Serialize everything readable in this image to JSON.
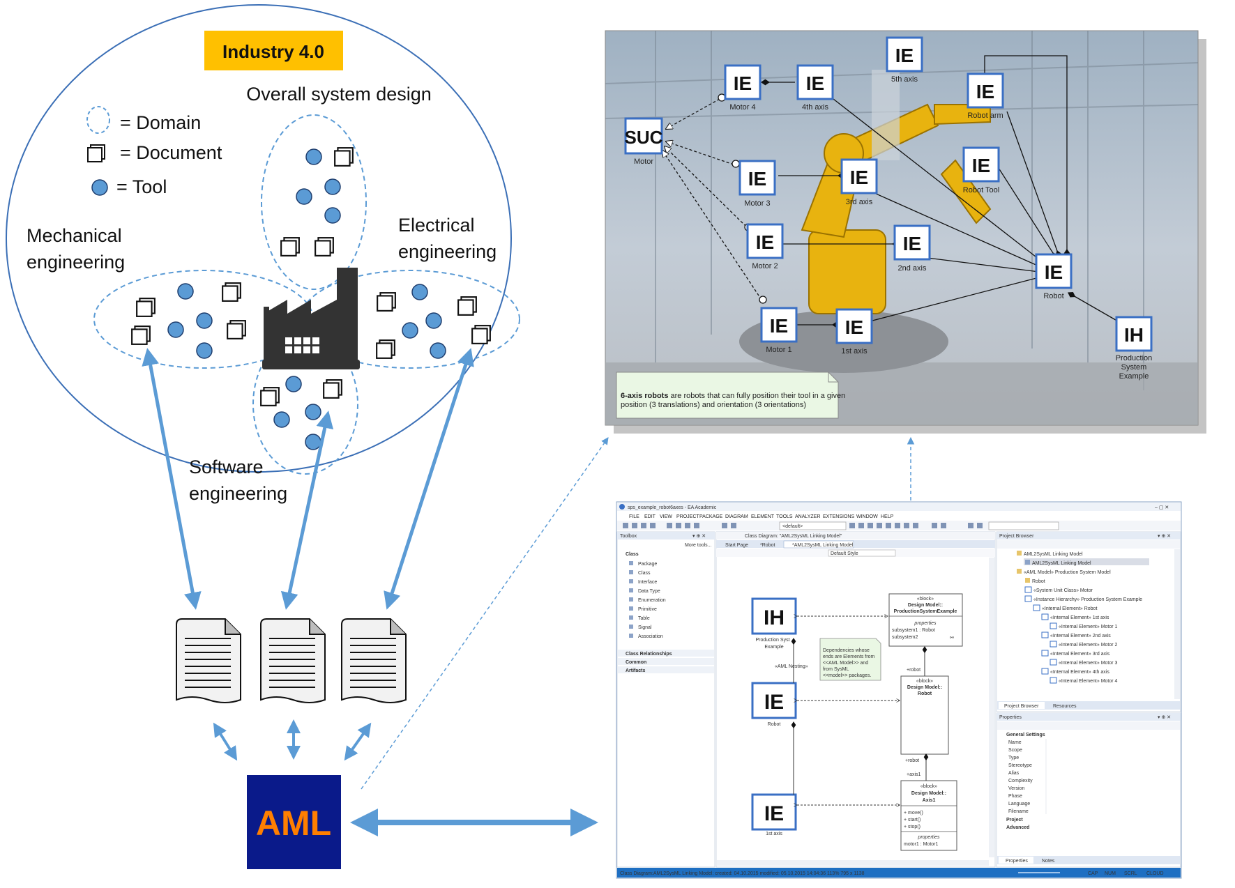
{
  "industry_label": "Industry 4.0",
  "overall_design": "Overall system design",
  "legend": {
    "domain": "= Domain",
    "document": "= Document",
    "tool": "= Tool"
  },
  "domains": {
    "mechanical_1": "Mechanical",
    "mechanical_2": "engineering",
    "electrical_1": "Electrical",
    "electrical_2": "engineering",
    "software_1": "Software",
    "software_2": "engineering"
  },
  "aml_label": "AML",
  "robot_diagram": {
    "nodes": {
      "suc": "SUC",
      "suc_name": "Motor",
      "ie": "IE",
      "ih": "IH",
      "motor4": "Motor 4",
      "axis4": "4th axis",
      "axis5": "5th axis",
      "robot_arm": "Robot arm",
      "motor3": "Motor 3",
      "axis3": "3rd axis",
      "robot_tool": "Robot Tool",
      "motor2": "Motor 2",
      "axis2": "2nd axis",
      "robot": "Robot",
      "motor1": "Motor 1",
      "axis1": "1st axis",
      "ih_1": "Production",
      "ih_2": "System",
      "ih_3": "Example"
    },
    "note_bold": "6-axis robots",
    "note_rest": " are robots that can fully position their tool in a given",
    "note_line2": "position (3 translations) and orientation (3 orientations)"
  },
  "ea": {
    "title": "sps_example_robot6axes - EA Academic",
    "menu": [
      "FILE",
      "EDIT",
      "VIEW",
      "PROJECT",
      "PACKAGE",
      "DIAGRAM",
      "ELEMENT",
      "TOOLS",
      "ANALYZER",
      "EXTENSIONS",
      "WINDOW",
      "HELP"
    ],
    "default_combo": "<default>",
    "toolbox_title": "Toolbox",
    "more_tools": "More tools...",
    "class_group": "Class",
    "toolbox_items": [
      "Package",
      "Class",
      "Interface",
      "Data Type",
      "Enumeration",
      "Primitive",
      "Table",
      "Signal",
      "Association"
    ],
    "toolbox_groups": [
      "Class Relationships",
      "Common",
      "Artifacts"
    ],
    "diagram_caption": "Class Diagram: \"AML2SysML Linking Model\"",
    "tabs": [
      "Start Page",
      "*Robot",
      "*AML2SysML Linking Model"
    ],
    "default_style": "Default Style",
    "canvas": {
      "ih": "IH",
      "ie": "IE",
      "ih_label_1": "Production Syst",
      "ih_label_2": "Example",
      "robot_label": "Robot",
      "axis_label": "1st axis",
      "nesting": "«AML Nesting»",
      "block1_st": "«block»",
      "block1_n1": "Design Model::",
      "block1_n2": "ProductionSystemExample",
      "props": "properties",
      "prop1": "subsystem1 : Robot",
      "prop2": "subsystem2",
      "note_lines": [
        "Dependencies whose",
        "ends are Elements from",
        "<<AML Model>> and",
        "from SysML",
        "<<model>> packages."
      ],
      "robot_role": "+robot",
      "block2_n1": "Design Model::",
      "block2_n2": "Robot",
      "robot_role2": "+robot",
      "axis_role": "+axis1",
      "block3_n1": "Design Model::",
      "block3_n2": "Axis1",
      "ops": [
        "+   move()",
        "+   start()",
        "+   stop()"
      ],
      "props3": "properties",
      "prop3": "motor1 : Motor1"
    },
    "browser_title": "Project Browser",
    "browser_items": [
      "AML2SysML Linking Model",
      "AML2SysML Linking Model",
      "«AML Model» Production System Model",
      "Robot",
      "«System Unit Class» Motor",
      "«Instance Hierarchy» Production System Example",
      "«Internal Element» Robot",
      "«Internal Element» 1st axis",
      "«Internal Element» Motor 1",
      "«Internal Element» 2nd axis",
      "«Internal Element» Motor 2",
      "«Internal Element» 3rd axis",
      "«Internal Element» Motor 3",
      "«Internal Element» 4th axis",
      "«Internal Element» Motor 4"
    ],
    "browser_tabs": [
      "Project Browser",
      "Resources"
    ],
    "properties_title": "Properties",
    "general_settings": "General Settings",
    "prop_fields": [
      "Name",
      "Scope",
      "Type",
      "Stereotype",
      "Alias",
      "Complexity",
      "Version",
      "Phase",
      "Language",
      "Filename"
    ],
    "prop_groups": [
      "Project",
      "Advanced"
    ],
    "prop_tabs": [
      "Properties",
      "Notes"
    ],
    "status": "Class Diagram:AML2SysML Linking Model:  created: 04.10.2015  modified: 05.10.2015 14:04:36   113%   795 x 1138",
    "status_right": [
      "CAP",
      "NUM",
      "SCRL",
      "CLOUD"
    ]
  },
  "colors": {
    "arrow_blue": "#5b9bd5",
    "ellipse_blue": "#5b9bd5",
    "industry_bg": "#ffc000",
    "aml_bg": "#0a1a8a",
    "aml_fg": "#ff7f00",
    "ie_border": "#3a6fc4"
  }
}
